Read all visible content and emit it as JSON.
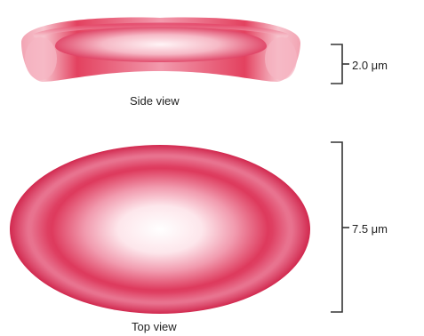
{
  "side_view": {
    "caption": "Side view",
    "measurement": "2.0 μm"
  },
  "top_view": {
    "caption": "Top view",
    "measurement": "7.5 μm"
  },
  "colors": {
    "cell_dark": "#d62f55",
    "cell_mid": "#ec6b84",
    "cell_light": "#fbe4ea",
    "cell_center": "#ffffff",
    "bracket": "#333333"
  }
}
